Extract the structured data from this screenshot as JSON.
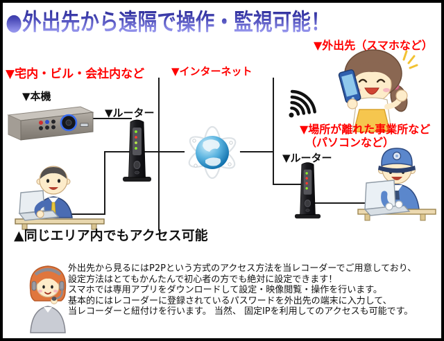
{
  "title": "●外出先から遠隔で操作・監視可能！",
  "labels": {
    "destination": "▼外出先（スマホなど）",
    "home": "▼宅内・ビル・会社内など",
    "internet": "▼インターネット",
    "main_unit": "▼本機",
    "router_left": "▼ルーター",
    "router_right": "▼ルーター",
    "remote_office_line1": "▼場所が離れた事業所など",
    "remote_office_line2": "（パソコンなど）",
    "same_area": "▲同じエリア内でもアクセス可能"
  },
  "description": [
    "外出先から見るにはP2Pという方式のアクセス方法を当レコーダーでご用意しており、",
    "設定方法はとてもかんたんで初心者の方でも絶対に設定できます！",
    "スマホでは専用アプリをダウンロードして設定・映像閲覧・操作を行います。",
    "基本的にはレコーダーに登録されているパスワードを外出先の端末に入力して、",
    "当レコーダーと紐付けを行います。 当然、 固定IPを利用してのアクセスも可能です。"
  ],
  "colors": {
    "title_gradient_top": "#1f1f8a",
    "title_gradient_bottom": "#b0b0f6",
    "label_red": "#ff0000",
    "text_black": "#111111",
    "line_color": "#1a1a1a",
    "frame_border": "#000000",
    "router_led_green": "#8ef02a",
    "router_led_red": "#ff3b30",
    "globe_blue": "#1272ae",
    "apron_yellow": "#f6c64e",
    "uniform_blue": "#5b87cc"
  },
  "icons": {
    "dvr": "dvr-recorder-illustration",
    "router": "router-illustration",
    "globe": "internet-globe-icon",
    "wifi": "wifi-signal-icon",
    "woman_phone": "woman-smartphone-illustration",
    "man_laptop": "businessman-laptop-illustration",
    "guard_laptop": "security-guard-laptop-illustration",
    "operator": "operator-headset-illustration"
  }
}
